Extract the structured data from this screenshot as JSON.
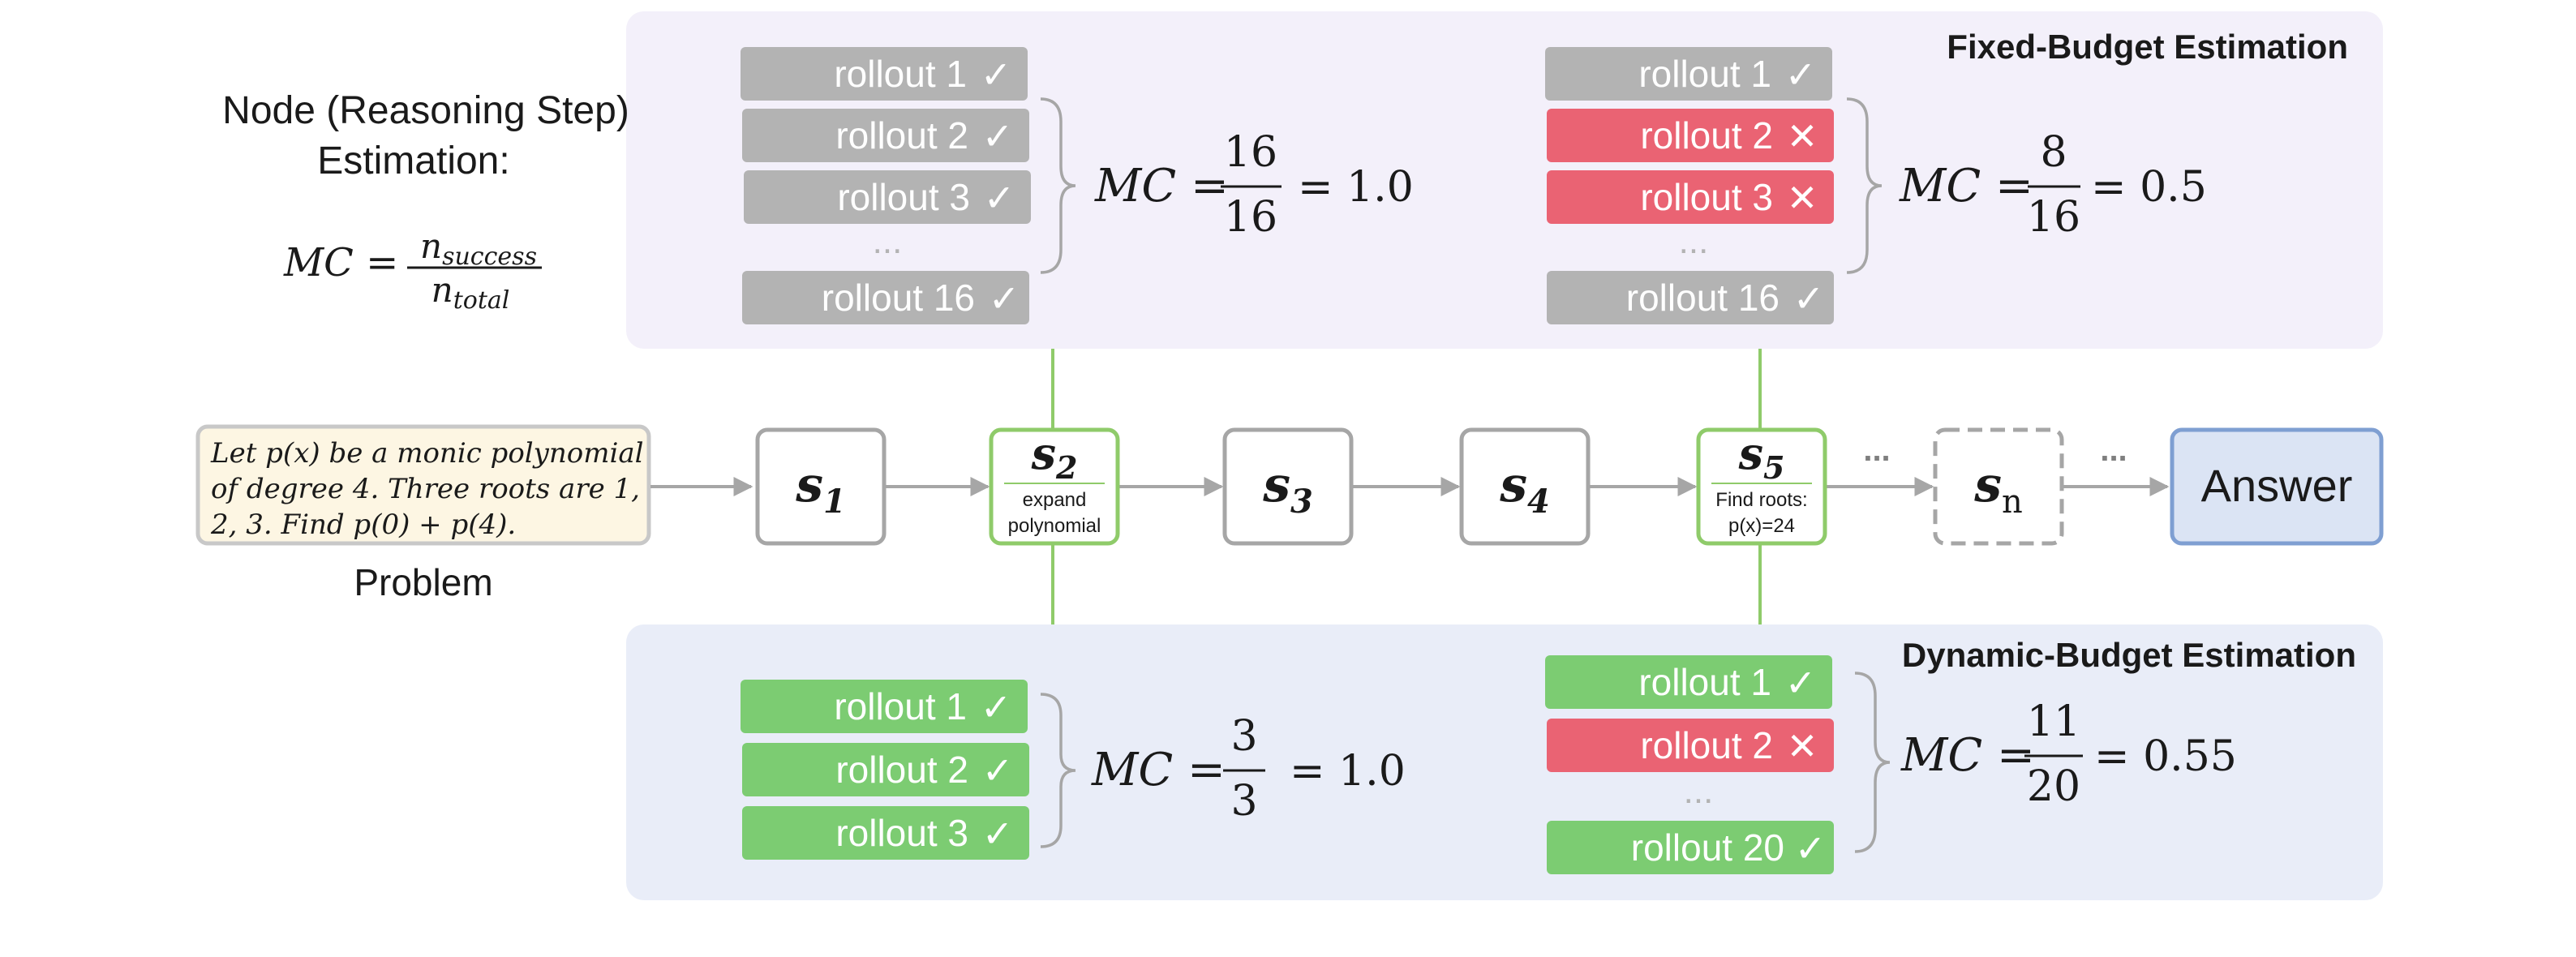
{
  "fixed_panel": {
    "title": "Fixed-Budget Estimation",
    "left_rollouts": [
      "rollout 1",
      "rollout 2",
      "rollout 3",
      "rollout 16"
    ],
    "left_rollout_status": [
      "success",
      "success",
      "success",
      "success"
    ],
    "left_ellipsis": "...",
    "left_formula": {
      "lhs": "MC =",
      "num": "16",
      "den": "16",
      "result": "= 1.0"
    },
    "right_rollouts": [
      "rollout 1",
      "rollout 2",
      "rollout 3",
      "rollout 16"
    ],
    "right_rollout_status": [
      "success",
      "fail",
      "fail",
      "success"
    ],
    "right_ellipsis": "...",
    "right_formula": {
      "lhs": "MC =",
      "num": "8",
      "den": "16",
      "result": "= 0.5"
    }
  },
  "dynamic_panel": {
    "title": "Dynamic-Budget Estimation",
    "left_rollouts": [
      "rollout 1",
      "rollout 2",
      "rollout 3"
    ],
    "left_rollout_status": [
      "success",
      "success",
      "success"
    ],
    "left_formula": {
      "lhs": "MC =",
      "num": "3",
      "den": "3",
      "result": "= 1.0"
    },
    "right_rollouts": [
      "rollout 1",
      "rollout 2",
      "rollout 20"
    ],
    "right_rollout_status": [
      "success",
      "fail",
      "success"
    ],
    "right_ellipsis": "...",
    "right_formula": {
      "lhs": "MC =",
      "num": "11",
      "den": "20",
      "result": "= 0.55"
    }
  },
  "node_estimation": {
    "title_line1": "Node (Reasoning Step)",
    "title_line2": "Estimation:",
    "formula_lhs": "MC =",
    "formula_num": "n",
    "formula_num_sub": "success",
    "formula_den": "n",
    "formula_den_sub": "total"
  },
  "problem": {
    "line1": "Let p(x) be a monic polynomial",
    "line2": "of degree 4. Three roots are 1,",
    "line3": "2, 3. Find p(0) + p(4).",
    "label": "Problem"
  },
  "steps": [
    {
      "letter": "s",
      "sub": "1",
      "note1": "",
      "note2": ""
    },
    {
      "letter": "s",
      "sub": "2",
      "note1": "expand",
      "note2": "polynomial"
    },
    {
      "letter": "s",
      "sub": "3",
      "note1": "",
      "note2": ""
    },
    {
      "letter": "s",
      "sub": "4",
      "note1": "",
      "note2": ""
    },
    {
      "letter": "s",
      "sub": "5",
      "note1": "Find roots:",
      "note2": "p(x)=24"
    },
    {
      "letter": "s",
      "sub": "n",
      "note1": "",
      "note2": ""
    }
  ],
  "chain_ellipsis": "...",
  "answer_label": "Answer",
  "colors": {
    "panel_fixed": "#f3f0fa",
    "panel_dynamic": "#e9edf8",
    "rollout_gray": "#b3b3b3",
    "rollout_red": "#ea6373",
    "rollout_green": "#7ccc72",
    "node_green": "#8fcb6a",
    "node_gray": "#a6a6a6",
    "problem_fill": "#fdf6e3",
    "answer_fill": "#dbe4f4",
    "answer_stroke": "#7f9fd2"
  }
}
